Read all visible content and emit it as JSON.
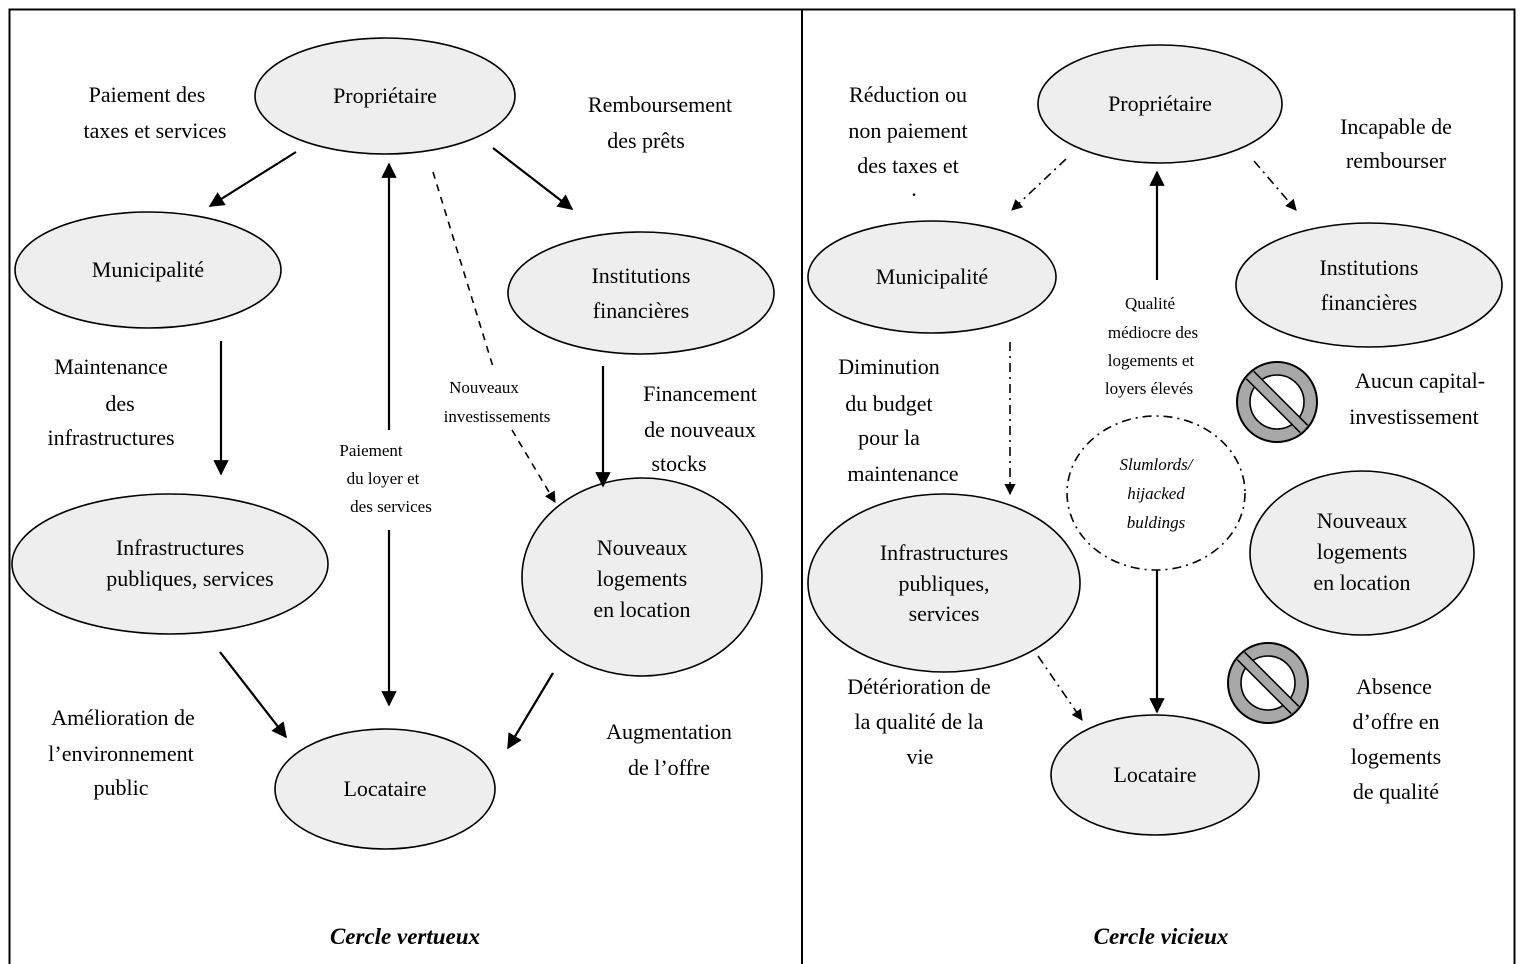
{
  "left": {
    "caption": "Cercle vertueux",
    "nodes": {
      "proprietaire": [
        "Propriétaire"
      ],
      "municipalite": [
        "Municipalité"
      ],
      "institutions": [
        "Institutions",
        "financières"
      ],
      "infrastructures": [
        "Infrastructures",
        "publiques, services"
      ],
      "nouveaux_logements": [
        "Nouveaux",
        "logements",
        "en location"
      ],
      "locataire": [
        "Locataire"
      ]
    },
    "labels": {
      "paiement_taxes": [
        "Paiement des",
        "taxes et services"
      ],
      "remboursement": [
        "Remboursement",
        "des prêts"
      ],
      "maintenance": [
        "Maintenance",
        "des",
        "infrastructures"
      ],
      "nouveaux_investissements": [
        "Nouveaux",
        "investissements"
      ],
      "financement": [
        "Financement",
        "de nouveaux",
        "stocks"
      ],
      "paiement_loyer": [
        "Paiement",
        "du loyer et",
        "des services"
      ],
      "amelioration": [
        "Amélioration de",
        "l’environnement",
        "public"
      ],
      "augmentation": [
        "Augmentation",
        "de l’offre"
      ]
    }
  },
  "right": {
    "caption": "Cercle vicieux",
    "nodes": {
      "proprietaire": [
        "Propriétaire"
      ],
      "municipalite": [
        "Municipalité"
      ],
      "institutions": [
        "Institutions",
        "financières"
      ],
      "infrastructures": [
        "Infrastructures",
        "publiques,",
        "services"
      ],
      "nouveaux_logements": [
        "Nouveaux",
        "logements",
        "en location"
      ],
      "locataire": [
        "Locataire"
      ],
      "slumlords": [
        "Slumlords/",
        "hijacked",
        "buldings"
      ]
    },
    "labels": {
      "reduction": [
        "Réduction ou",
        "non paiement",
        "des taxes et",
        "."
      ],
      "incapable": [
        "Incapable de",
        "rembourser"
      ],
      "qualite_mediocre": [
        "Qualité",
        "médiocre des",
        "logements et",
        "loyers élevés"
      ],
      "diminution": [
        "Diminution",
        "du budget",
        "pour la",
        "maintenance"
      ],
      "aucun_capital": [
        "Aucun capital-",
        "investissement"
      ],
      "deterioration": [
        "Détérioration de",
        "la qualité de la",
        "vie"
      ],
      "absence": [
        "Absence",
        "d’offre en",
        "logements",
        "de qualité"
      ]
    }
  }
}
